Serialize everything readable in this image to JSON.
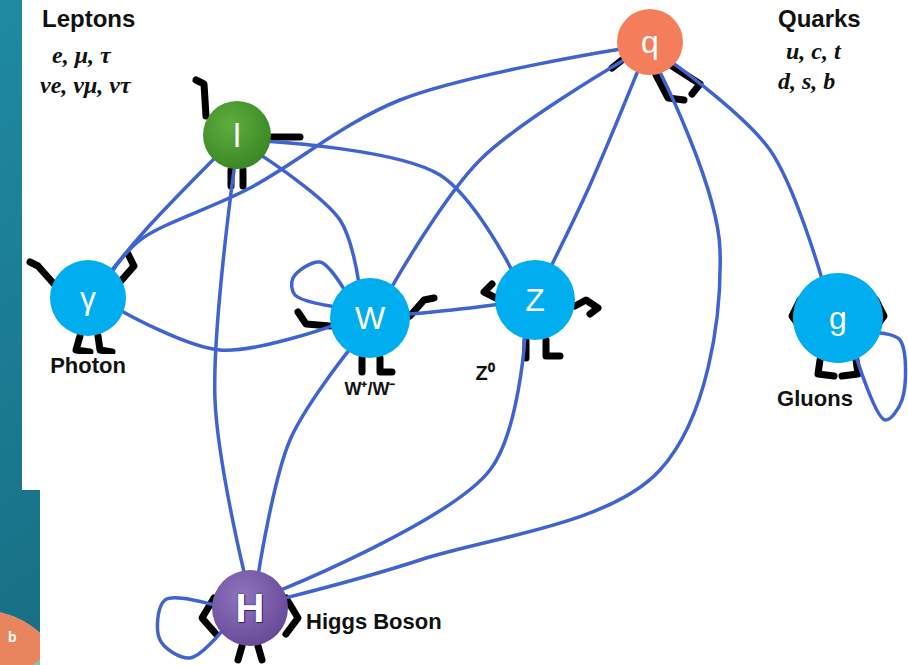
{
  "diagram": {
    "nodes": [
      {
        "text": [
          "l"
        ]
      },
      {
        "text": [
          "q"
        ]
      },
      {
        "text": [
          "γ",
          "Photon"
        ]
      },
      {
        "text": [
          "W",
          "W⁺/W⁻"
        ]
      },
      {
        "text": [
          "Z",
          "Z⁰"
        ]
      },
      {
        "text": [
          "g",
          "Gluons"
        ]
      },
      {
        "text": [
          "H",
          "Higgs Boson"
        ]
      }
    ],
    "edges": [
      {
        "from": 0,
        "to": 2,
        "arrow": "none"
      },
      {
        "from": 0,
        "to": 3,
        "arrow": "none"
      },
      {
        "from": 0,
        "to": 4,
        "arrow": "none"
      },
      {
        "from": 0,
        "to": 6,
        "arrow": "none"
      },
      {
        "from": 1,
        "to": 2,
        "arrow": "none"
      },
      {
        "from": 1,
        "to": 3,
        "arrow": "none"
      },
      {
        "from": 1,
        "to": 4,
        "arrow": "none"
      },
      {
        "from": 1,
        "to": 5,
        "arrow": "none"
      },
      {
        "from": 1,
        "to": 6,
        "arrow": "none"
      },
      {
        "from": 2,
        "to": 3,
        "arrow": "none"
      },
      {
        "from": 3,
        "to": 3,
        "arrow": "none"
      },
      {
        "from": 3,
        "to": 4,
        "arrow": "none"
      },
      {
        "from": 3,
        "to": 6,
        "arrow": "none"
      },
      {
        "from": 4,
        "to": 6,
        "arrow": "none"
      },
      {
        "from": 6,
        "to": 6,
        "arrow": "none"
      },
      {
        "from": 5,
        "to": 5,
        "arrow": "none"
      }
    ],
    "labels": [
      "Leptons",
      "e, μ, τ",
      "νe, νμ, ντ",
      "Quarks",
      "u, c, t",
      "d, s, b",
      "b"
    ]
  }
}
